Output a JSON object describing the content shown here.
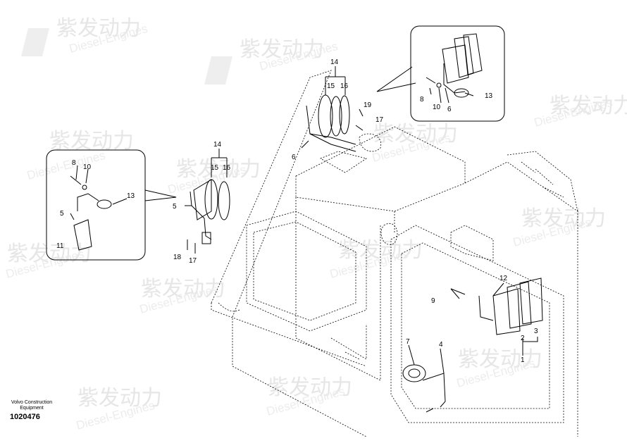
{
  "watermark": {
    "brand_cn": "紫发动力",
    "brand_en": "Diesel-Engines"
  },
  "footer": {
    "manufacturer_line1": "Volvo Construction",
    "manufacturer_line2": "Equipment",
    "part_number": "1020476"
  },
  "callouts": {
    "n1": "1",
    "n2": "2",
    "n3": "3",
    "n4": "4",
    "n5": "5",
    "n5b": "5",
    "n6": "6",
    "n6b": "6",
    "n7": "7",
    "n8": "8",
    "n8b": "8",
    "n9": "9",
    "n10": "10",
    "n10b": "10",
    "n11": "11",
    "n12": "12",
    "n13": "13",
    "n13b": "13",
    "n14": "14",
    "n14b": "14",
    "n15": "15",
    "n15b": "15",
    "n16": "16",
    "n16b": "16",
    "n17": "17",
    "n17b": "17",
    "n18": "18",
    "n19": "19"
  }
}
